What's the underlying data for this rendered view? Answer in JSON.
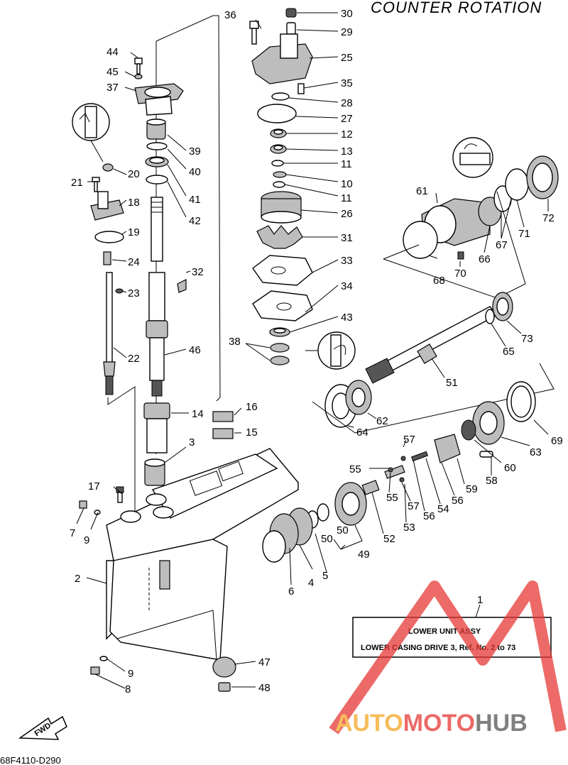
{
  "header": {
    "title": "COUNTER ROTATION"
  },
  "assembly_box": {
    "line1": "LOWER UNIT ASSY",
    "line2": "LOWER CASING DRIVE 3, Ref. No. 2 to 73"
  },
  "footer": {
    "drawing_code": "68F4110-D290",
    "fwd_label": "FWD"
  },
  "watermark": {
    "text_a": "AUTO",
    "text_b": "MOTO",
    "text_c": "HUB",
    "color_red": "#e53935",
    "color_orange": "#f5a623",
    "color_gray": "#555555"
  },
  "callouts": {
    "n1": "1",
    "n2": "2",
    "n3": "3",
    "n4": "4",
    "n5": "5",
    "n6": "6",
    "n7": "7",
    "n8": "8",
    "n9a": "9",
    "n9b": "9",
    "n10": "10",
    "n11a": "11",
    "n11b": "11",
    "n12": "12",
    "n13": "13",
    "n14": "14",
    "n15": "15",
    "n16": "16",
    "n17": "17",
    "n18": "18",
    "n19": "19",
    "n20": "20",
    "n21": "21",
    "n22": "22",
    "n23": "23",
    "n24": "24",
    "n25": "25",
    "n26": "26",
    "n27": "27",
    "n28": "28",
    "n29": "29",
    "n30": "30",
    "n31": "31",
    "n32": "32",
    "n33": "33",
    "n34": "34",
    "n35": "35",
    "n36": "36",
    "n37": "37",
    "n38": "38",
    "n39": "39",
    "n40": "40",
    "n41": "41",
    "n42": "42",
    "n43": "43",
    "n44": "44",
    "n45": "45",
    "n46": "46",
    "n47": "47",
    "n48": "48",
    "n49": "49",
    "n50a": "50",
    "n50b": "50",
    "n51": "51",
    "n52": "52",
    "n53": "53",
    "n54": "54",
    "n55a": "55",
    "n55b": "55",
    "n56a": "56",
    "n56b": "56",
    "n57a": "57",
    "n57b": "57",
    "n58": "58",
    "n59": "59",
    "n60": "60",
    "n61": "61",
    "n62": "62",
    "n63": "63",
    "n64": "64",
    "n65": "65",
    "n66": "66",
    "n67": "67",
    "n68": "68",
    "n69": "69",
    "n70": "70",
    "n71": "71",
    "n72": "72",
    "n73": "73"
  }
}
